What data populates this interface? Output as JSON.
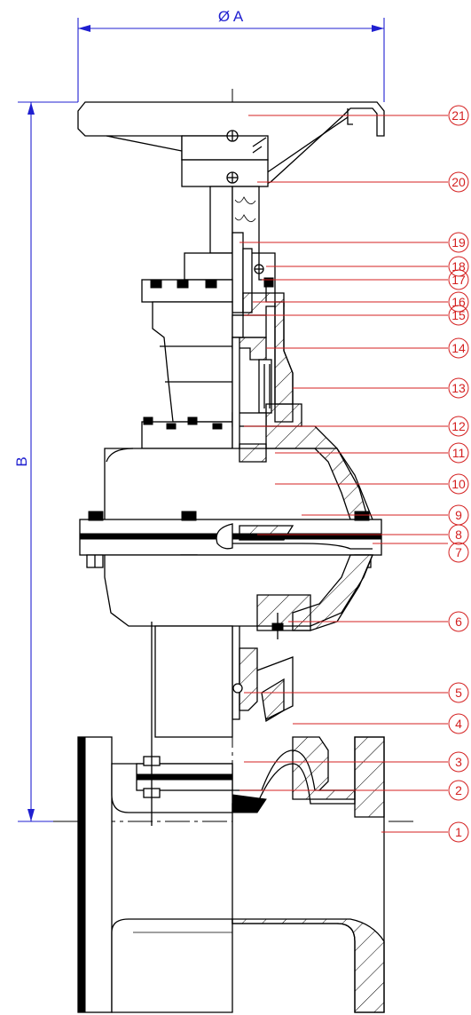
{
  "dimensions": {
    "width_label": "Ø A",
    "height_label": "B"
  },
  "callouts": [
    {
      "id": "21",
      "label": "21"
    },
    {
      "id": "20",
      "label": "20"
    },
    {
      "id": "19",
      "label": "19"
    },
    {
      "id": "18",
      "label": "18"
    },
    {
      "id": "17",
      "label": "17"
    },
    {
      "id": "16",
      "label": "16"
    },
    {
      "id": "15",
      "label": "15"
    },
    {
      "id": "14",
      "label": "14"
    },
    {
      "id": "13",
      "label": "13"
    },
    {
      "id": "12",
      "label": "12"
    },
    {
      "id": "11",
      "label": "11"
    },
    {
      "id": "10",
      "label": "10"
    },
    {
      "id": "9",
      "label": "9"
    },
    {
      "id": "8",
      "label": "8"
    },
    {
      "id": "7",
      "label": "7"
    },
    {
      "id": "6",
      "label": "6"
    },
    {
      "id": "5",
      "label": "5"
    },
    {
      "id": "4",
      "label": "4"
    },
    {
      "id": "3",
      "label": "3"
    },
    {
      "id": "2",
      "label": "2"
    },
    {
      "id": "1",
      "label": "1"
    }
  ],
  "colors": {
    "dimension": "#1f1fd0",
    "callout": "#d42020",
    "drawing": "#000000"
  }
}
